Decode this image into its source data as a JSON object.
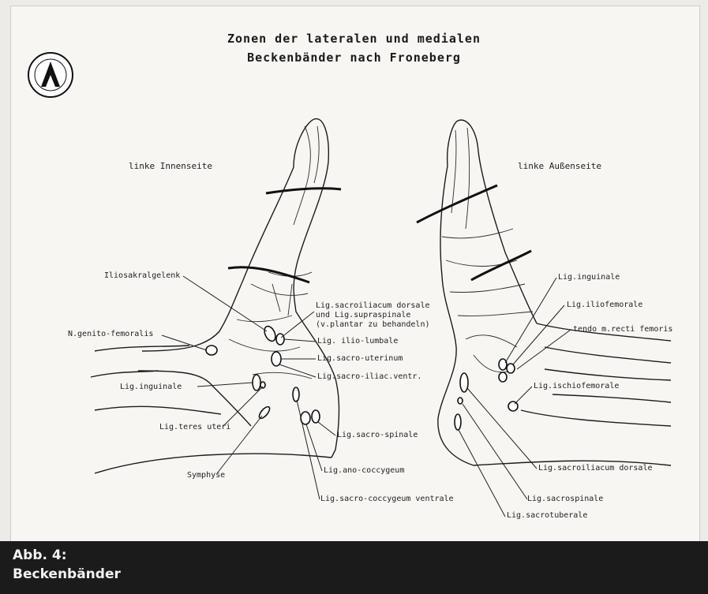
{
  "title": {
    "line1": "Zonen der lateralen und medialen",
    "line2": "Beckenbänder nach Froneberg"
  },
  "sides": {
    "left": "linke Innenseite",
    "right": "linke Außenseite"
  },
  "labels_left": {
    "iliosakral": "Iliosakralgelenk",
    "genito": "N.genito-femoralis",
    "ing": "Lig.inguinale",
    "teres": "Lig.teres uteri",
    "symphyse": "Symphyse",
    "sacroilliacum_1": "Lig.sacroiliacum dorsale",
    "sacroilliacum_2": "und Lig.supraspinale",
    "sacroilliacum_3": "(v.plantar zu behandeln)",
    "ilio_lumbale": "Lig. ilio-lumbale",
    "sacro_uterinum": "Lig.sacro-uterinum",
    "sacro_iliac_ventr": "Lig.sacro-iliac.ventr.",
    "sacro_spinale": "Lig.sacro-spinale",
    "ano_coccygeum": "Lig.ano-coccygeum",
    "sacro_coccygeum": "Lig.sacro-coccygeum ventrale"
  },
  "labels_right": {
    "inguinale": "Lig.inguinale",
    "iliofemorale": "Lig.iliofemorale",
    "tendo": "tendo m.recti femoris",
    "ischiofemorale": "Lig.ischiofemorale",
    "sacroiliacum": "Lig.sacroiliacum dorsale",
    "sacrospinale": "Lig.sacrospinale",
    "sacrotuberale": "Lig.sacrotuberale"
  },
  "caption": {
    "line1": "Abb. 4:",
    "line2": "Beckenbänder"
  },
  "colors": {
    "caption_bar": "#1b1b1b",
    "panel": "#f7f6f3",
    "ink": "#1c1c1c"
  }
}
